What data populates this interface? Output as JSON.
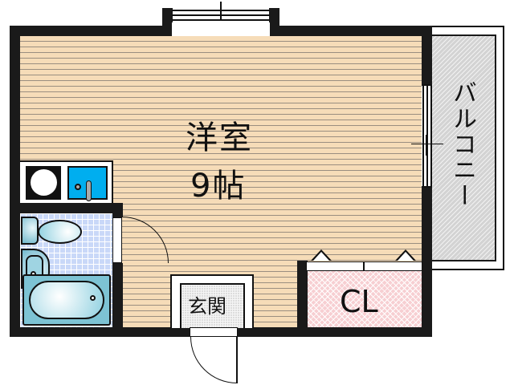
{
  "floorplan": {
    "rooms": {
      "western_room": {
        "name": "洋室",
        "size": "9帖"
      },
      "balcony": {
        "name": "バルコニー"
      },
      "closet": {
        "name": "CL"
      },
      "entrance": {
        "name": "玄関"
      }
    },
    "fixtures": [
      "gas-stove",
      "kitchen-sink",
      "toilet",
      "wash-basin",
      "bathtub"
    ],
    "colors": {
      "wall": "#1a1a1a",
      "floor": "#f6dcb8",
      "floor_lines": "#9a8e80",
      "balcony": "#d3d3d3",
      "bathroom_tile": "#c9d8f8",
      "closet": "#f7cfd2",
      "sink_blue": "#00aeef",
      "fixture_blue": "#8fd0e0"
    }
  }
}
